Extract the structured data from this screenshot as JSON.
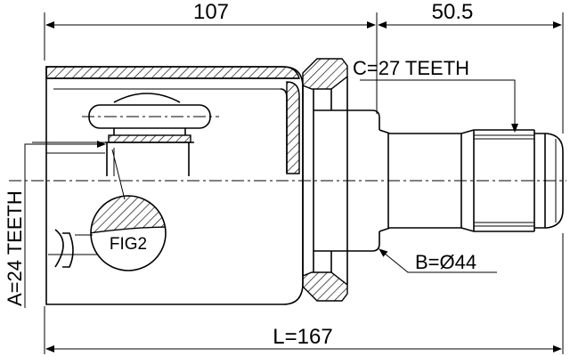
{
  "dimensions": {
    "top_left": "107",
    "top_right": "50.5",
    "overall": "L=167"
  },
  "callouts": {
    "spline_c": "C=27 TEETH",
    "diameter_b": "B=Ø44",
    "teeth_a": "A=24 TEETH",
    "figure": "FIG2"
  }
}
